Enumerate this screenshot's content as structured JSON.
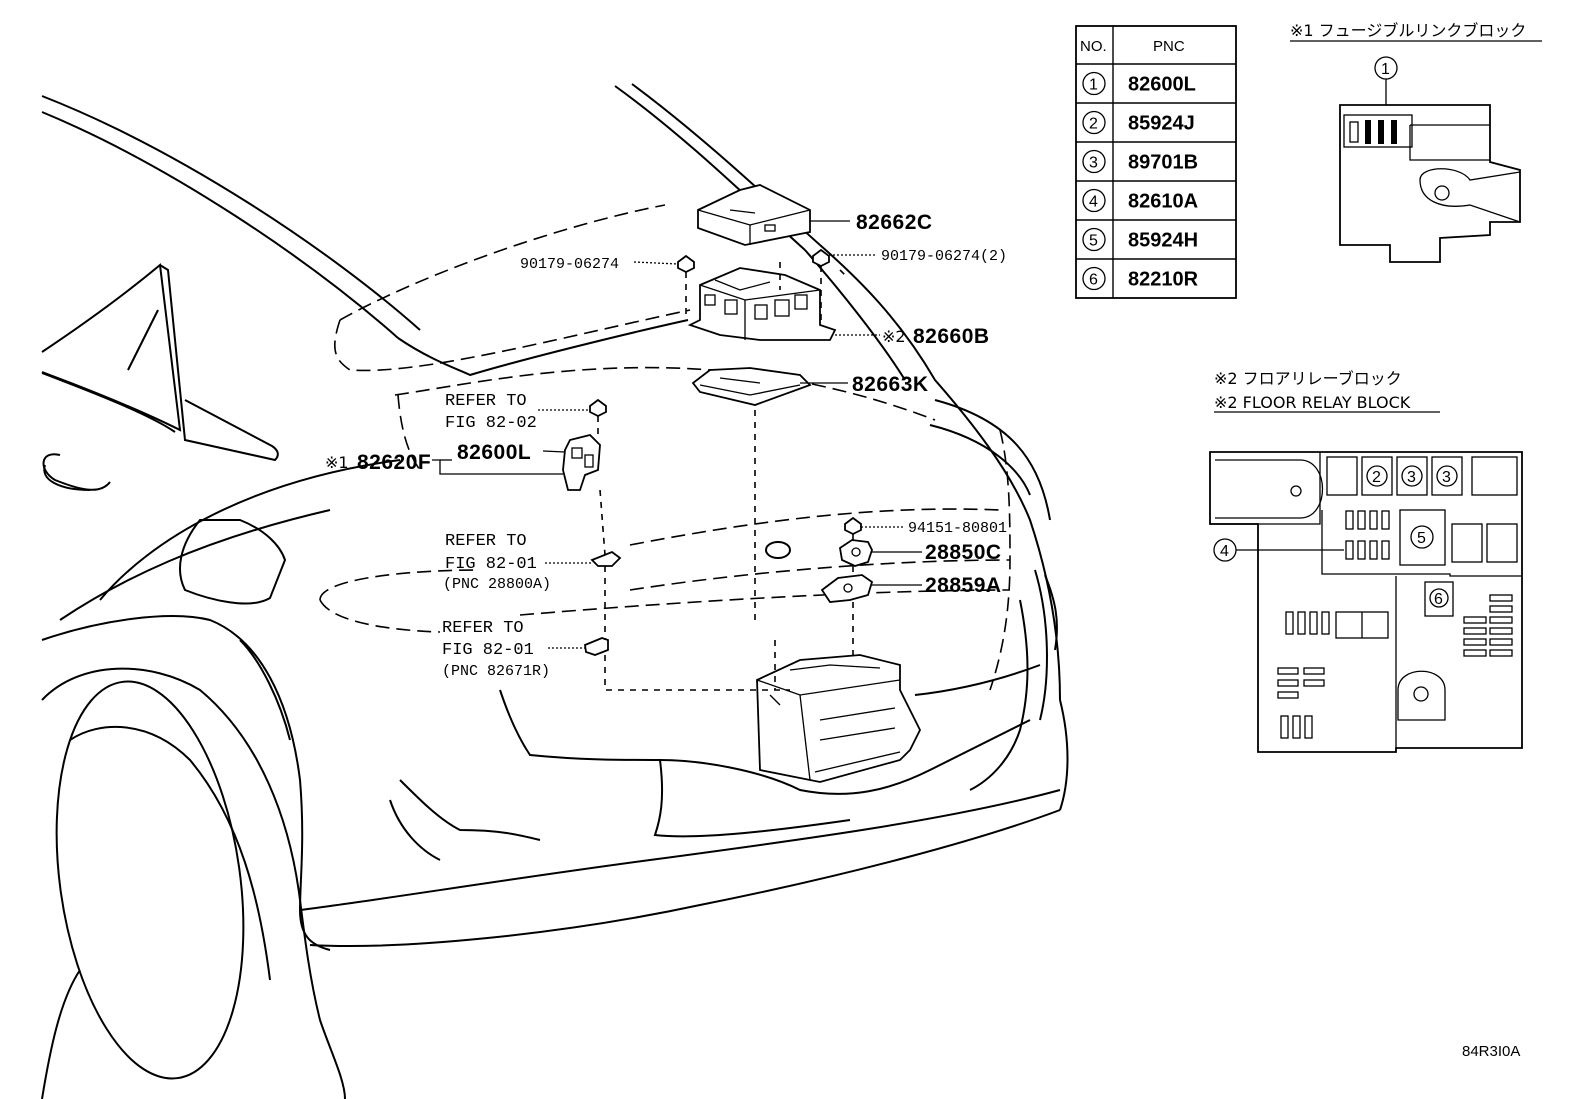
{
  "callouts": {
    "c82662C": "82662C",
    "c90179a": "90179-06274",
    "c90179b": "90179-06274(2)",
    "c82660B": "82660B",
    "c82660B_mark": "※2",
    "c82663K": "82663K",
    "c82620F": "82620F",
    "c82620F_mark": "※1",
    "c82600L": "82600L",
    "c94151": "94151-80801",
    "c28850C": "28850C",
    "c28859A": "28859A"
  },
  "refs": [
    {
      "line1": "REFER TO",
      "line2": "FIG 82-02",
      "line3": ""
    },
    {
      "line1": "REFER TO",
      "line2": "FIG 82-01",
      "line3": "(PNC 28800A)"
    },
    {
      "line1": "REFER TO",
      "line2": "FIG 82-01",
      "line3": "(PNC 82671R)"
    }
  ],
  "table": {
    "header_no": "NO.",
    "header_pnc": "PNC",
    "rows": [
      {
        "no": "1",
        "pnc": "82600L"
      },
      {
        "no": "2",
        "pnc": "85924J"
      },
      {
        "no": "3",
        "pnc": "89701B"
      },
      {
        "no": "4",
        "pnc": "82610A"
      },
      {
        "no": "5",
        "pnc": "85924H"
      },
      {
        "no": "6",
        "pnc": "82210R"
      }
    ]
  },
  "inset1": {
    "title": "※1 フュージブルリンクブロック",
    "marker": "1"
  },
  "inset2": {
    "title_jp": "※2 フロアリレーブロック",
    "title_en": "※2 FLOOR RELAY BLOCK",
    "markers": [
      "2",
      "3",
      "3",
      "4",
      "5",
      "6"
    ]
  },
  "diagram_code": "84R3I0A"
}
